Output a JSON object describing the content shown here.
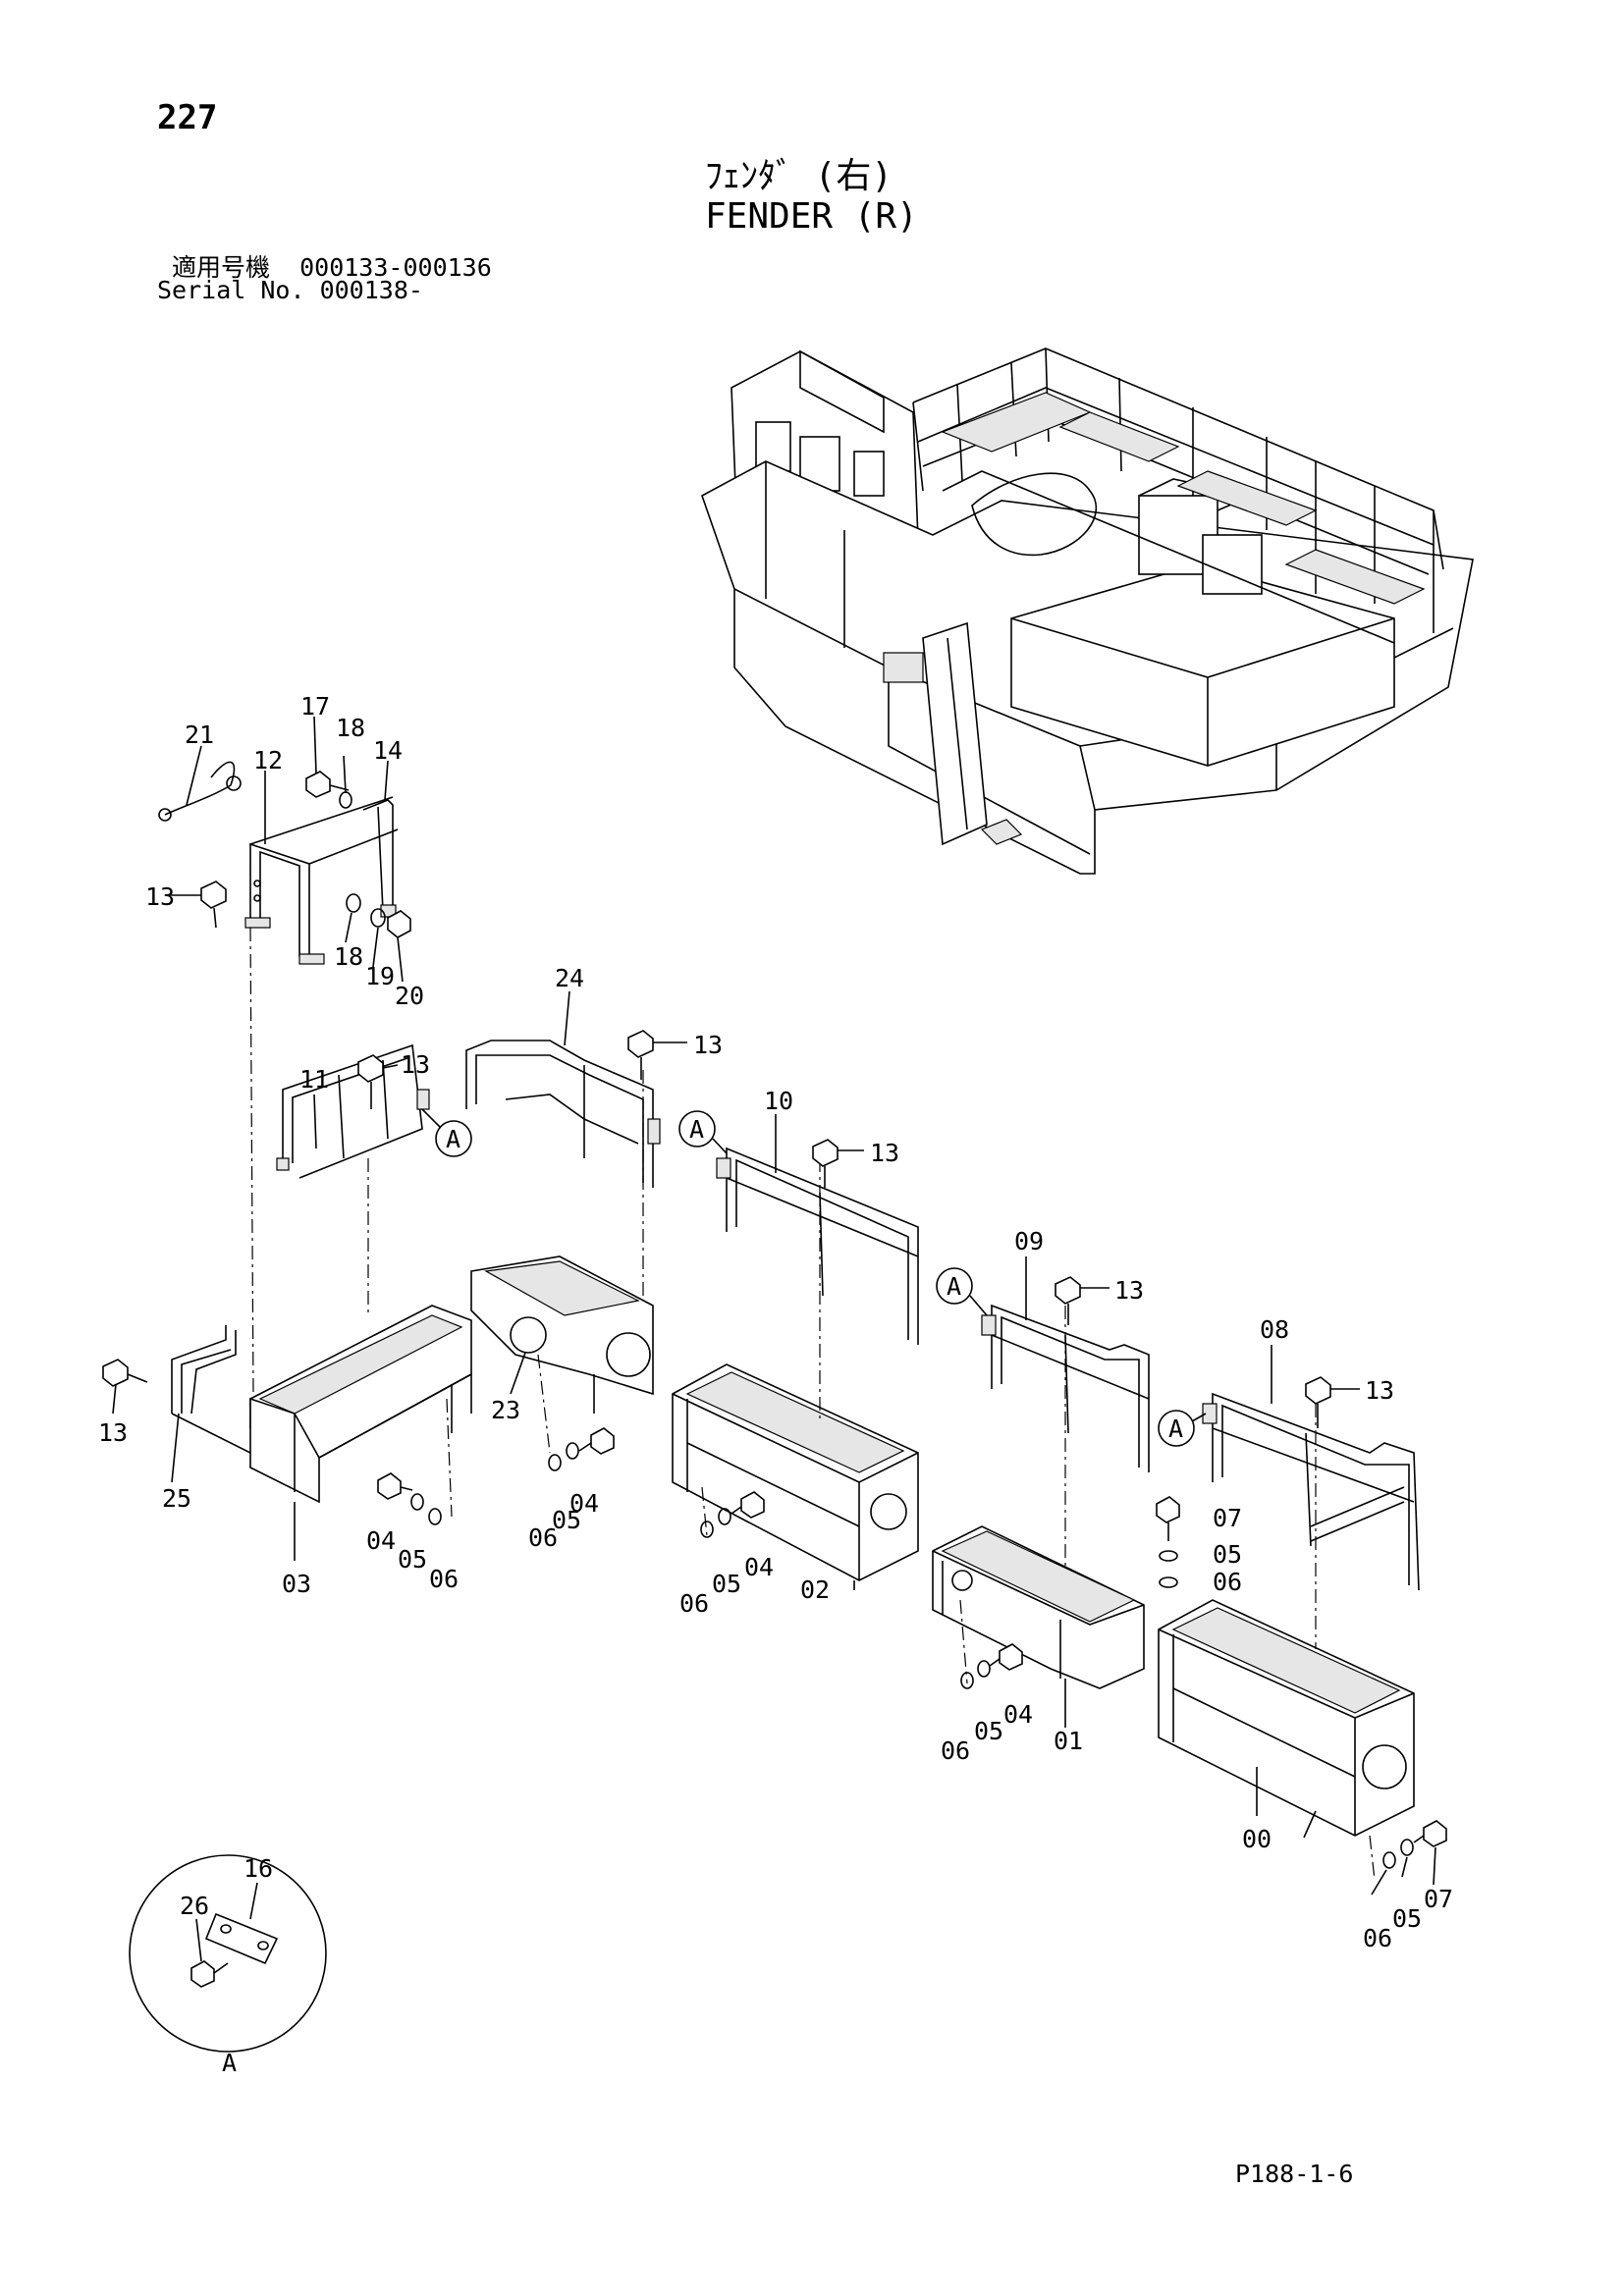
{
  "header": {
    "page_number": "227",
    "title_jp": "ﾌｪﾝﾀﾞ (右)",
    "title_en": "FENDER (R)",
    "serial_line_1": "適用号機  000133-000136",
    "serial_line_2": "Serial No. 000138-"
  },
  "footer": {
    "code": "P188-1-6"
  },
  "diagram": {
    "part_labels": [
      "00",
      "01",
      "02",
      "03",
      "04",
      "05",
      "06",
      "07",
      "08",
      "09",
      "10",
      "11",
      "12",
      "13",
      "14",
      "16",
      "17",
      "18",
      "19",
      "20",
      "21",
      "23",
      "24",
      "25",
      "26"
    ],
    "detail_marker": "A"
  }
}
